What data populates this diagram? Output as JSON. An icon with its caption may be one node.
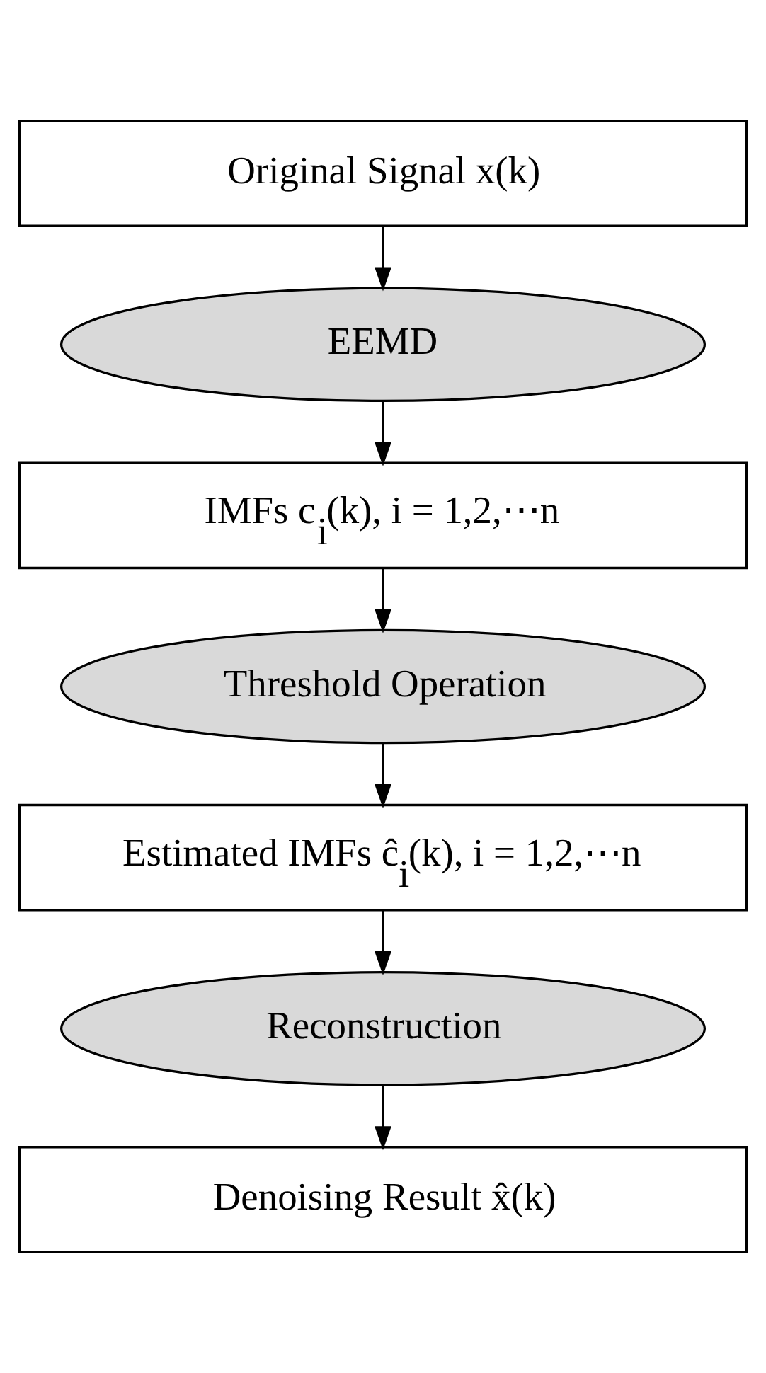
{
  "diagram": {
    "nodes": [
      {
        "text": [
          "Original Signal x(k)"
        ]
      },
      {
        "text": [
          "EEMD"
        ]
      },
      {
        "text": [
          "IMFs c$_{i}$(k), i = 1,2,⋯n"
        ]
      },
      {
        "text": [
          "Threshold Operation"
        ]
      },
      {
        "text": [
          "Estimated IMFs ĉ$_{i}$(k), i = 1,2,⋯n"
        ]
      },
      {
        "text": [
          "Reconstruction"
        ]
      },
      {
        "text": [
          "Denoising Result x̂(k)"
        ]
      }
    ],
    "edges": [
      {
        "from": 0,
        "to": 1,
        "arrow": "to"
      },
      {
        "from": 1,
        "to": 2,
        "arrow": "to"
      },
      {
        "from": 2,
        "to": 3,
        "arrow": "to"
      },
      {
        "from": 3,
        "to": 4,
        "arrow": "to"
      },
      {
        "from": 4,
        "to": 5,
        "arrow": "to"
      },
      {
        "from": 5,
        "to": 6,
        "arrow": "to"
      }
    ]
  }
}
